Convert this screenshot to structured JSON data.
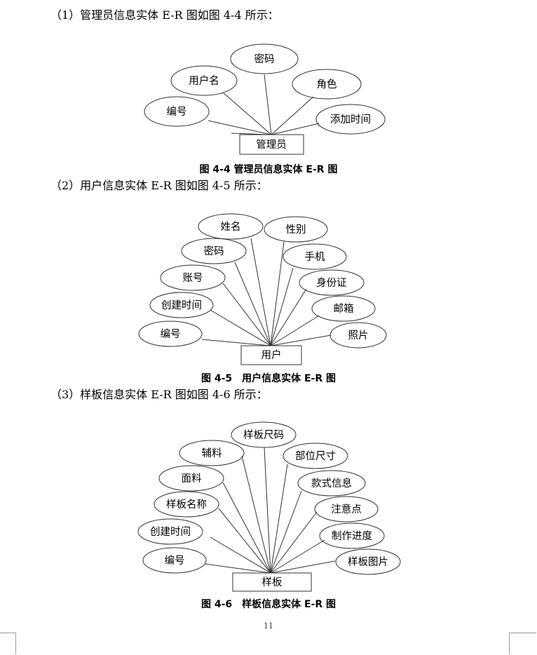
{
  "sections": [
    {
      "intro": "（1）管理员信息实体 E-R 图如图 4-4 所示：",
      "caption": "图 4-4 管理员信息实体 E-R 图",
      "entity": "管理员",
      "attributes": [
        "编号",
        "用户名",
        "密码",
        "角色",
        "添加时间"
      ]
    },
    {
      "intro": "（2）用户信息实体 E-R 图如图 4-5 所示：",
      "caption": "图 4-5　用户信息实体 E-R 图",
      "entity": "用户",
      "attributes": [
        "编号",
        "创建时间",
        "账号",
        "密码",
        "姓名",
        "性别",
        "手机",
        "身份证",
        "邮箱",
        "照片"
      ]
    },
    {
      "intro": "（3）样板信息实体 E-R 图如图 4-6 所示：",
      "caption": "图 4-6　样板信息实体 E-R 图",
      "entity": "样板",
      "attributes": [
        "编号",
        "创建时间",
        "样板名称",
        "面料",
        "辅料",
        "样板尺码",
        "部位尺寸",
        "款式信息",
        "注意点",
        "制作进度",
        "样板图片"
      ]
    }
  ],
  "page_number": "11"
}
